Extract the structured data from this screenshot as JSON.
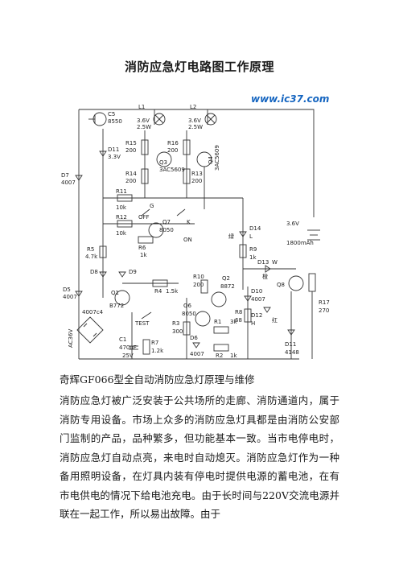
{
  "document": {
    "title": "消防应急灯电路图工作原理",
    "watermark": "www.ic37.com",
    "subtitle": "奇辉GF066型全自动消防应急灯原理与维修",
    "paragraph": "消防应急灯被广泛安装于公共场所的走廊、消防通道内，属于消防专用设备。市场上众多的消防应急灯具都是由消防公安部门监制的产品，品种繁多，但功能基本一致。当市电停电时，消防应急灯自动点亮，来电时自动熄灭。消防应急灯作为一种备用照明设备，在灯具内装有停电时提供电源的蓄电池，在有市电供电的情况下给电池充电。由于长时间与220V交流电源并联在一起工作，所以易出故障。由于"
  },
  "schematic_labels": {
    "c5": "C5",
    "c5v": "8550",
    "l1": "L1",
    "l1v": "3.6V",
    "l1w": "2.5W",
    "l2": "L2",
    "l2v": "3.6V",
    "l2w": "2.5W",
    "r15": "R15",
    "r15v": "200",
    "r16": "R16",
    "r16v": "200",
    "q3": "Q3",
    "q3v": "3AC5609",
    "r14": "R14",
    "r14v": "200",
    "r13": "R13",
    "r13v": "200",
    "q4": "Q4",
    "q4v": "3AC5609",
    "d11": "D11",
    "d11v": "3.3V",
    "d7": "D7",
    "d7v": "4007",
    "r11": "R11",
    "r11v": "10k",
    "r12": "R12",
    "r12v": "10k",
    "s_g": "G",
    "s_off": "OFF",
    "q7": "Q7",
    "q7v": "8050",
    "s_k": "K",
    "s_on": "ON",
    "r6": "R6",
    "r6v": "1k",
    "r5": "R5",
    "r5v": "4.7k",
    "d8": "D8",
    "d9": "D9",
    "d5": "D5",
    "d5v": "4007",
    "q1": "Q1",
    "q1v": "B772",
    "r4": "R4",
    "r4v": "1.5k",
    "c4": "4007c4",
    "ac": "AC36V",
    "test": "TEST",
    "c1": "C1",
    "c1v": "470uF",
    "c1vv": "25V",
    "r7": "R7",
    "r7v": "1.2k",
    "d14": "D14",
    "d14c": "L",
    "lv": "绿",
    "r9": "R9",
    "r9v": "1k",
    "bat_v": "3.6V",
    "bat_c": "1800mAh",
    "d13": "D13",
    "d13w": "W",
    "cheng": "橙",
    "r10": "R10",
    "r10v": "200",
    "q2": "Q2",
    "q2v": "8872",
    "q8": "Q8",
    "d10": "D10",
    "d10v": "4007",
    "r8": "R8",
    "r8v": "68",
    "d12": "D12",
    "d12h": "H",
    "hong": "红",
    "r17": "R17",
    "r17v": "270",
    "q6": "Q6",
    "q6v": "8050",
    "r3": "R3",
    "r3v": "300",
    "r1": "R1",
    "r1v": "3k",
    "d6": "D6",
    "d6v": "4007",
    "r2": "R2",
    "r2v": "1k",
    "d11b": "D11",
    "d11bv": "4148"
  }
}
